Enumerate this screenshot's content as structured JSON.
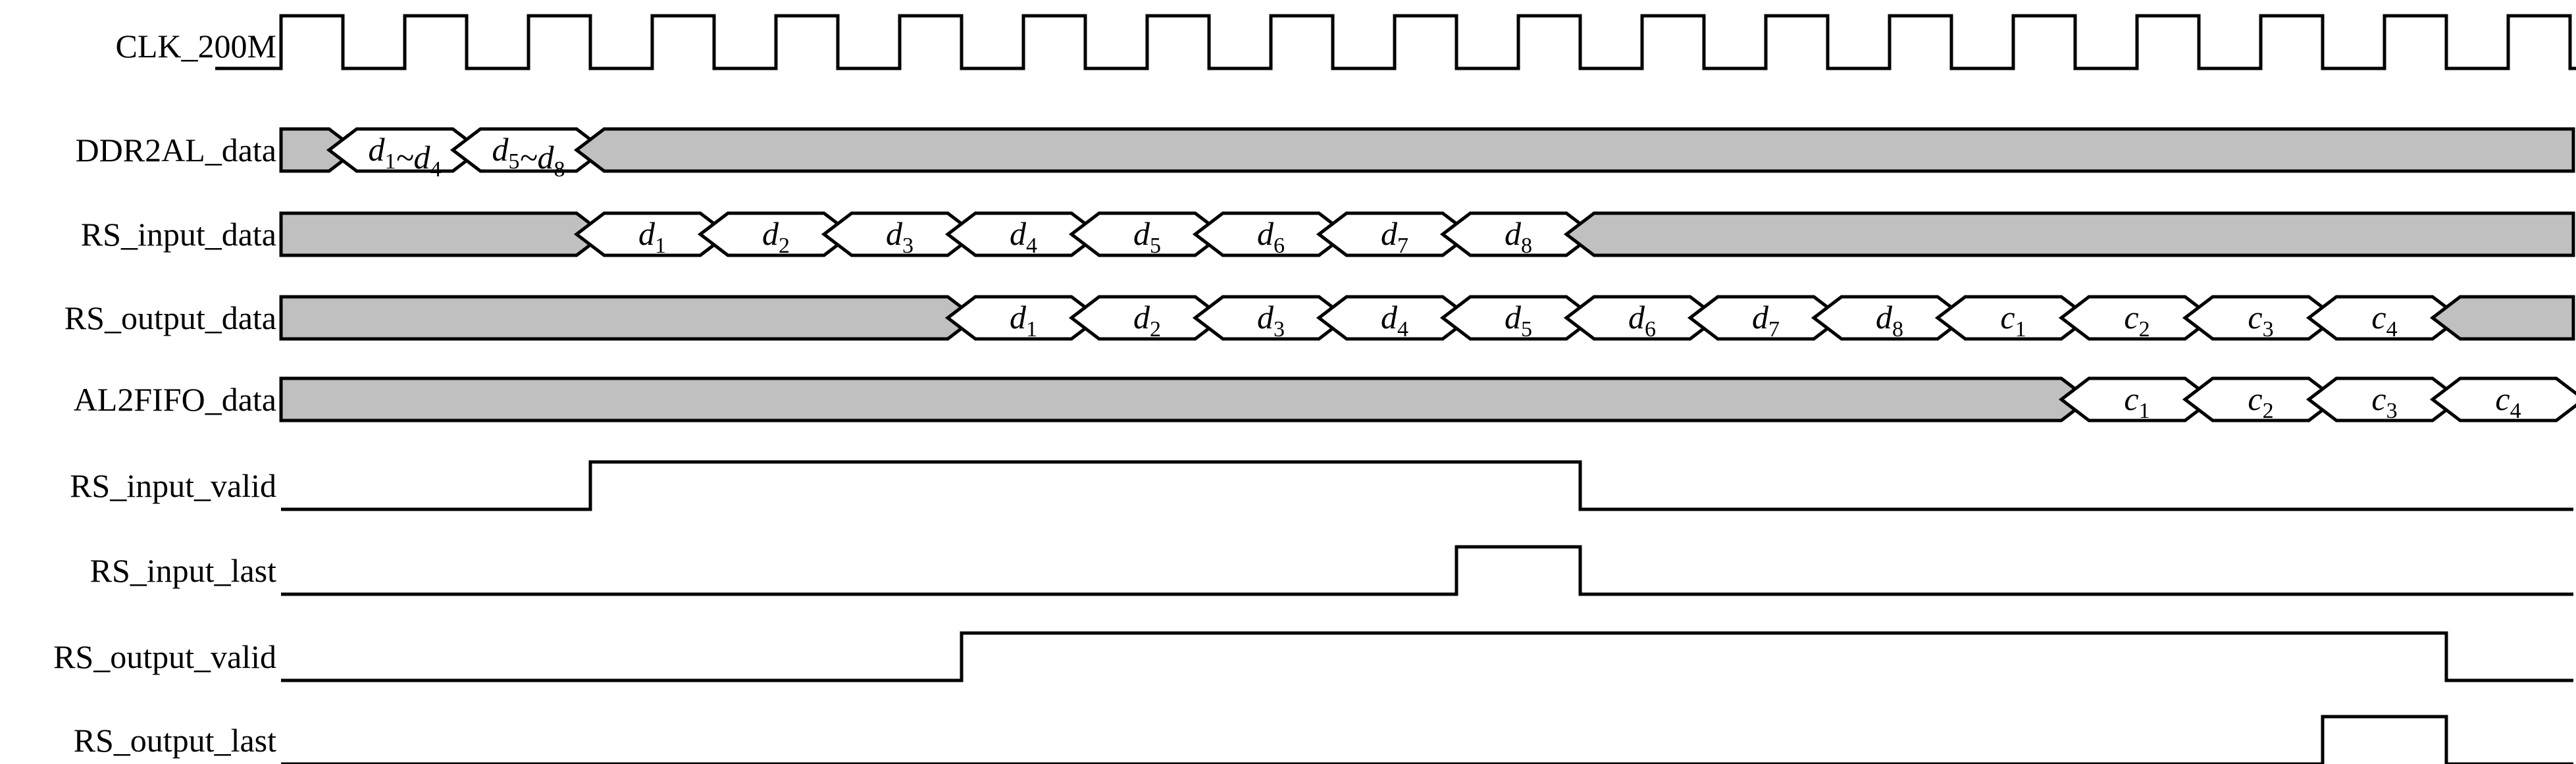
{
  "diagram": {
    "type": "timing-diagram",
    "clock": {
      "name": "CLK_200M",
      "cycles": 19
    },
    "colors": {
      "idle_fill": "#c0c0c0",
      "data_fill": "#ffffff",
      "line": "#000000"
    },
    "signals": [
      {
        "name": "DDR2AL_data",
        "kind": "bus",
        "segments": [
          {
            "start": 0,
            "end": 0.5,
            "idle": true
          },
          {
            "start": 0.5,
            "end": 1.5,
            "label": [
              [
                "d",
                "1"
              ],
              [
                "~",
                ""
              ],
              [
                "d",
                "4"
              ]
            ]
          },
          {
            "start": 1.5,
            "end": 2.5,
            "label": [
              [
                "d",
                "5"
              ],
              [
                "~",
                ""
              ],
              [
                "d",
                "8"
              ]
            ]
          },
          {
            "start": 2.5,
            "end": 19.5,
            "idle": true
          }
        ]
      },
      {
        "name": "RS_input_data",
        "kind": "bus",
        "segments": [
          {
            "start": 0,
            "end": 2.5,
            "idle": true
          },
          {
            "start": 2.5,
            "end": 3.5,
            "label": [
              [
                "d",
                "1"
              ]
            ]
          },
          {
            "start": 3.5,
            "end": 4.5,
            "label": [
              [
                "d",
                "2"
              ]
            ]
          },
          {
            "start": 4.5,
            "end": 5.5,
            "label": [
              [
                "d",
                "3"
              ]
            ]
          },
          {
            "start": 5.5,
            "end": 6.5,
            "label": [
              [
                "d",
                "4"
              ]
            ]
          },
          {
            "start": 6.5,
            "end": 7.5,
            "label": [
              [
                "d",
                "5"
              ]
            ]
          },
          {
            "start": 7.5,
            "end": 8.5,
            "label": [
              [
                "d",
                "6"
              ]
            ]
          },
          {
            "start": 8.5,
            "end": 9.5,
            "label": [
              [
                "d",
                "7"
              ]
            ]
          },
          {
            "start": 9.5,
            "end": 10.5,
            "label": [
              [
                "d",
                "8"
              ]
            ]
          },
          {
            "start": 10.5,
            "end": 19.5,
            "idle": true
          }
        ]
      },
      {
        "name": "RS_output_data",
        "kind": "bus",
        "segments": [
          {
            "start": 0,
            "end": 5.5,
            "idle": true
          },
          {
            "start": 5.5,
            "end": 6.5,
            "label": [
              [
                "d",
                "1"
              ]
            ]
          },
          {
            "start": 6.5,
            "end": 7.5,
            "label": [
              [
                "d",
                "2"
              ]
            ]
          },
          {
            "start": 7.5,
            "end": 8.5,
            "label": [
              [
                "d",
                "3"
              ]
            ]
          },
          {
            "start": 8.5,
            "end": 9.5,
            "label": [
              [
                "d",
                "4"
              ]
            ]
          },
          {
            "start": 9.5,
            "end": 10.5,
            "label": [
              [
                "d",
                "5"
              ]
            ]
          },
          {
            "start": 10.5,
            "end": 11.5,
            "label": [
              [
                "d",
                "6"
              ]
            ]
          },
          {
            "start": 11.5,
            "end": 12.5,
            "label": [
              [
                "d",
                "7"
              ]
            ]
          },
          {
            "start": 12.5,
            "end": 13.5,
            "label": [
              [
                "d",
                "8"
              ]
            ]
          },
          {
            "start": 13.5,
            "end": 14.5,
            "label": [
              [
                "c",
                "1"
              ]
            ]
          },
          {
            "start": 14.5,
            "end": 15.5,
            "label": [
              [
                "c",
                "2"
              ]
            ]
          },
          {
            "start": 15.5,
            "end": 16.5,
            "label": [
              [
                "c",
                "3"
              ]
            ]
          },
          {
            "start": 16.5,
            "end": 17.5,
            "label": [
              [
                "c",
                "4"
              ]
            ]
          },
          {
            "start": 17.5,
            "end": 19.5,
            "idle": true
          }
        ]
      },
      {
        "name": "AL2FIFO_data",
        "kind": "bus",
        "segments": [
          {
            "start": 0,
            "end": 14.5,
            "idle": true
          },
          {
            "start": 14.5,
            "end": 15.5,
            "label": [
              [
                "c",
                "1"
              ]
            ]
          },
          {
            "start": 15.5,
            "end": 16.5,
            "label": [
              [
                "c",
                "2"
              ]
            ]
          },
          {
            "start": 16.5,
            "end": 17.5,
            "label": [
              [
                "c",
                "3"
              ]
            ]
          },
          {
            "start": 17.5,
            "end": 18.5,
            "label": [
              [
                "c",
                "4"
              ]
            ]
          }
        ]
      },
      {
        "name": "RS_input_valid",
        "kind": "bit",
        "high": [
          [
            2.5,
            10.5
          ]
        ]
      },
      {
        "name": "RS_input_last",
        "kind": "bit",
        "high": [
          [
            9.5,
            10.5
          ]
        ]
      },
      {
        "name": "RS_output_valid",
        "kind": "bit",
        "high": [
          [
            5.5,
            17.5
          ]
        ]
      },
      {
        "name": "RS_output_last",
        "kind": "bit",
        "high": [
          [
            16.5,
            17.5
          ]
        ]
      }
    ]
  }
}
